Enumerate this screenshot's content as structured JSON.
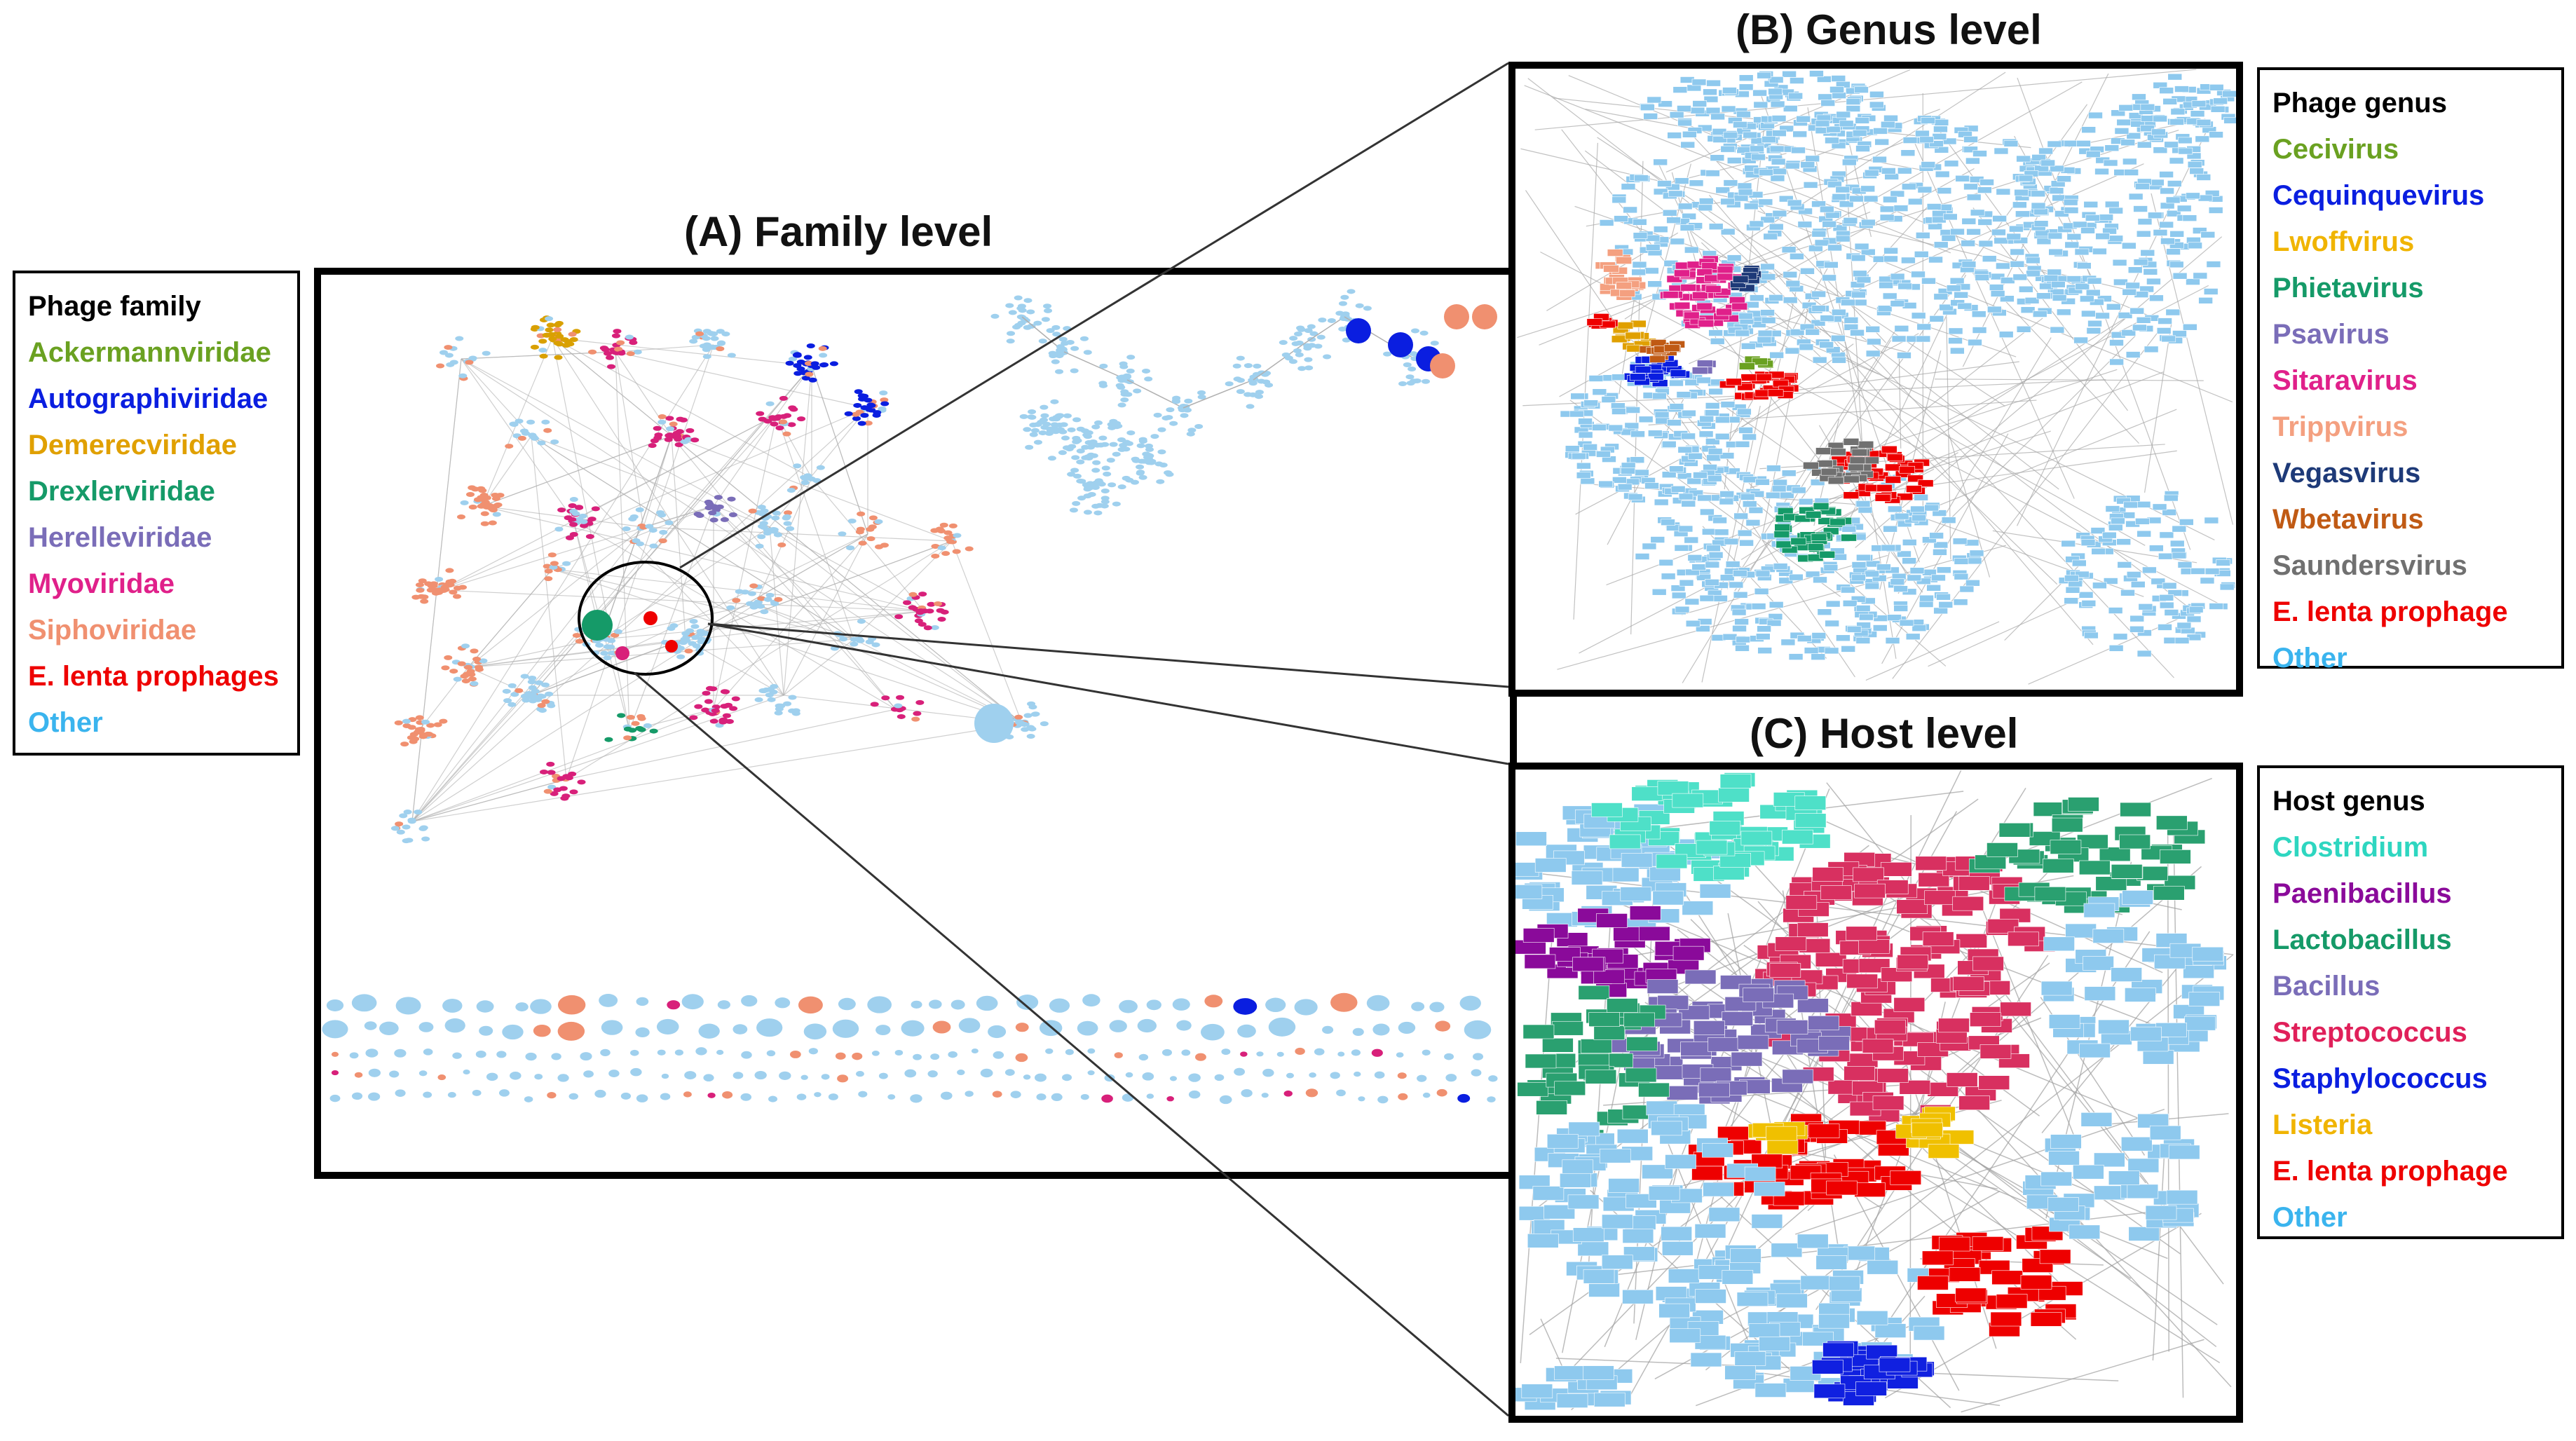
{
  "panels": {
    "a_title": "(A) Family level",
    "b_title": "(B) Genus level",
    "c_title": "(C) Host level"
  },
  "legend_family": {
    "title": "Phage family",
    "items": [
      {
        "label": "Ackermannviridae",
        "color": "#6aa121"
      },
      {
        "label": "Autographiviridae",
        "color": "#0a1ee0"
      },
      {
        "label": "Demerecviridae",
        "color": "#e0a000"
      },
      {
        "label": "Drexlerviridae",
        "color": "#159a68"
      },
      {
        "label": "Herelleviridae",
        "color": "#7a6db8"
      },
      {
        "label": "Myoviridae",
        "color": "#e0208a"
      },
      {
        "label": "Siphoviridae",
        "color": "#f09070"
      },
      {
        "label": "E. lenta prophages",
        "color": "#ee0000"
      },
      {
        "label": "Other",
        "color": "#3ab4ee"
      }
    ]
  },
  "legend_genus": {
    "title": "Phage genus",
    "items": [
      {
        "label": "Cecivirus",
        "color": "#6aa121"
      },
      {
        "label": "Cequinquevirus",
        "color": "#0a1ee0"
      },
      {
        "label": "Lwoffvirus",
        "color": "#f0b400"
      },
      {
        "label": "Phietavirus",
        "color": "#159a68"
      },
      {
        "label": "Psavirus",
        "color": "#7a6db8"
      },
      {
        "label": "Sitaravirus",
        "color": "#e0208a"
      },
      {
        "label": "Trippvirus",
        "color": "#f4a080"
      },
      {
        "label": "Vegasvirus",
        "color": "#1e3a78"
      },
      {
        "label": "Wbetavirus",
        "color": "#c05a14"
      },
      {
        "label": "Saundersvirus",
        "color": "#707070"
      },
      {
        "label": "E. lenta prophage",
        "color": "#ee0000"
      },
      {
        "label": "Other",
        "color": "#3ab4ee"
      }
    ]
  },
  "legend_host": {
    "title": "Host genus",
    "items": [
      {
        "label": "Clostridium",
        "color": "#2ed6c0"
      },
      {
        "label": "Paenibacillus",
        "color": "#8a0a9a"
      },
      {
        "label": "Lactobacillus",
        "color": "#159a68"
      },
      {
        "label": "Bacillus",
        "color": "#7a6db8"
      },
      {
        "label": "Streptococcus",
        "color": "#e0205a"
      },
      {
        "label": "Staphylococcus",
        "color": "#0a1ee0"
      },
      {
        "label": "Listeria",
        "color": "#f0b400"
      },
      {
        "label": "E. lenta prophage",
        "color": "#ee0000"
      },
      {
        "label": "Other",
        "color": "#3ab4ee"
      }
    ]
  },
  "colors": {
    "other": "#9fd0ee",
    "sipho": "#f09070",
    "myo": "#d8207a",
    "auto": "#0a1ee0",
    "demerec": "#d9a000",
    "drexler": "#159a68",
    "herelle": "#7a6db8",
    "lenta": "#ee0000",
    "edge": "#b0b0b0",
    "clostridium": "#4ee0c8",
    "paeni": "#8a0a9a",
    "strep": "#d83060",
    "staph": "#1020e0",
    "listeria": "#f0c000"
  }
}
